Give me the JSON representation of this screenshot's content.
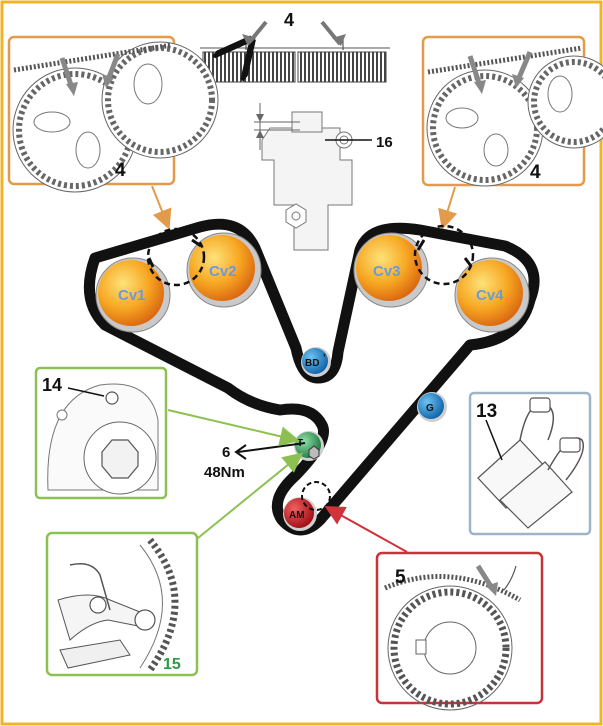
{
  "colors": {
    "frame": "#f0b429",
    "belt": "#111111",
    "detail_border_orange": "#e39a4a",
    "detail_border_green": "#8cc152",
    "detail_border_blue": "#9fb3c8",
    "detail_border_red": "#c8323a",
    "pointer_green": "#8cc152",
    "pointer_red": "#d0333a",
    "pulley_orange": "#f29a1c",
    "pulley_blue": "#1f83c8",
    "pulley_red": "#d42027",
    "pulley_green": "#2f9a58"
  },
  "callouts": {
    "top_marks": "4",
    "left_detail": "4",
    "right_detail": "4",
    "tensioner_pin": "16",
    "tensioner_hole": "14",
    "clip": "13",
    "crank_detail": "5",
    "torque_ref": "6",
    "torque_value": "48Nm",
    "tool_detail": "15"
  },
  "pulleys": {
    "cv1": "Cv1",
    "cv2": "Cv2",
    "cv3": "Cv3",
    "cv4": "Cv4",
    "bd": "BD",
    "g": "G",
    "t": "T",
    "am": "AM"
  },
  "icons": {
    "camshaft_sprocket": "gear-icon",
    "crank_sprocket": "gear-icon",
    "binder_clip": "clip-icon",
    "direction_arrow": "arrow-icon"
  }
}
